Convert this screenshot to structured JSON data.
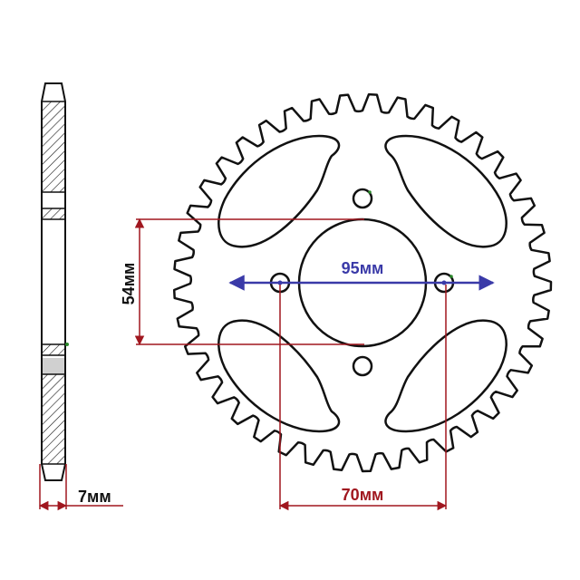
{
  "dimensions": {
    "pcd_label": "95мм",
    "bolt_spacing_label": "70мм",
    "bore_label": "54мм",
    "thickness_label": "7мм"
  },
  "sprocket": {
    "teeth": 41,
    "bolt_holes": 4,
    "lightening_cutouts": 4
  },
  "colors": {
    "outline": "#111111",
    "dimension_red": "#a0171f",
    "dimension_blue": "#3a3aa8",
    "hatch": "#111111"
  }
}
